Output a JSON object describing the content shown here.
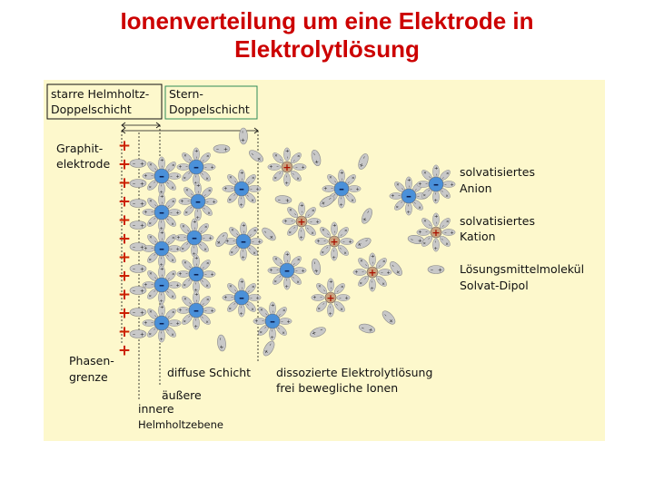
{
  "title": {
    "line1": "Ionenverteilung um eine Elektrode in",
    "line2": "Elektrolytlösung"
  },
  "diagram": {
    "label_helmholtz_1": "starre Helmholtz-",
    "label_helmholtz_2": "Doppelschicht",
    "label_stern_1": "Stern-",
    "label_stern_2": "Doppelschicht",
    "label_electrode_1": "Graphit-",
    "label_electrode_2": "elektrode",
    "label_phase_1": "Phasen-",
    "label_phase_2": "grenze",
    "label_diffuse": "diffuse Schicht",
    "label_dissociated_1": "dissozierte Elektrolytlösung",
    "label_dissociated_2": "frei bewegliche Ionen",
    "label_outer": "äußere",
    "label_inner": "innere",
    "label_helmholtzebene": "Helmholtzebene",
    "legend_anion_1": "solvatisiertes",
    "legend_anion_2": "Anion",
    "legend_cation_1": "solvatisiertes",
    "legend_cation_2": "Kation",
    "legend_solvent_1": "Lösungsmittelmolekül",
    "legend_solvent_2": "Solvat-Dipol",
    "plus_symbol": "+",
    "minus_symbol": "–",
    "colors": {
      "background": "#fdf8cc",
      "title": "#cc0000",
      "electrode_plus": "#cc2200",
      "anion_core": "#4a90d9",
      "cation_core": "#c9a27e",
      "solvent": "#bfbfbf",
      "stern_box": "#2e8b57"
    }
  }
}
